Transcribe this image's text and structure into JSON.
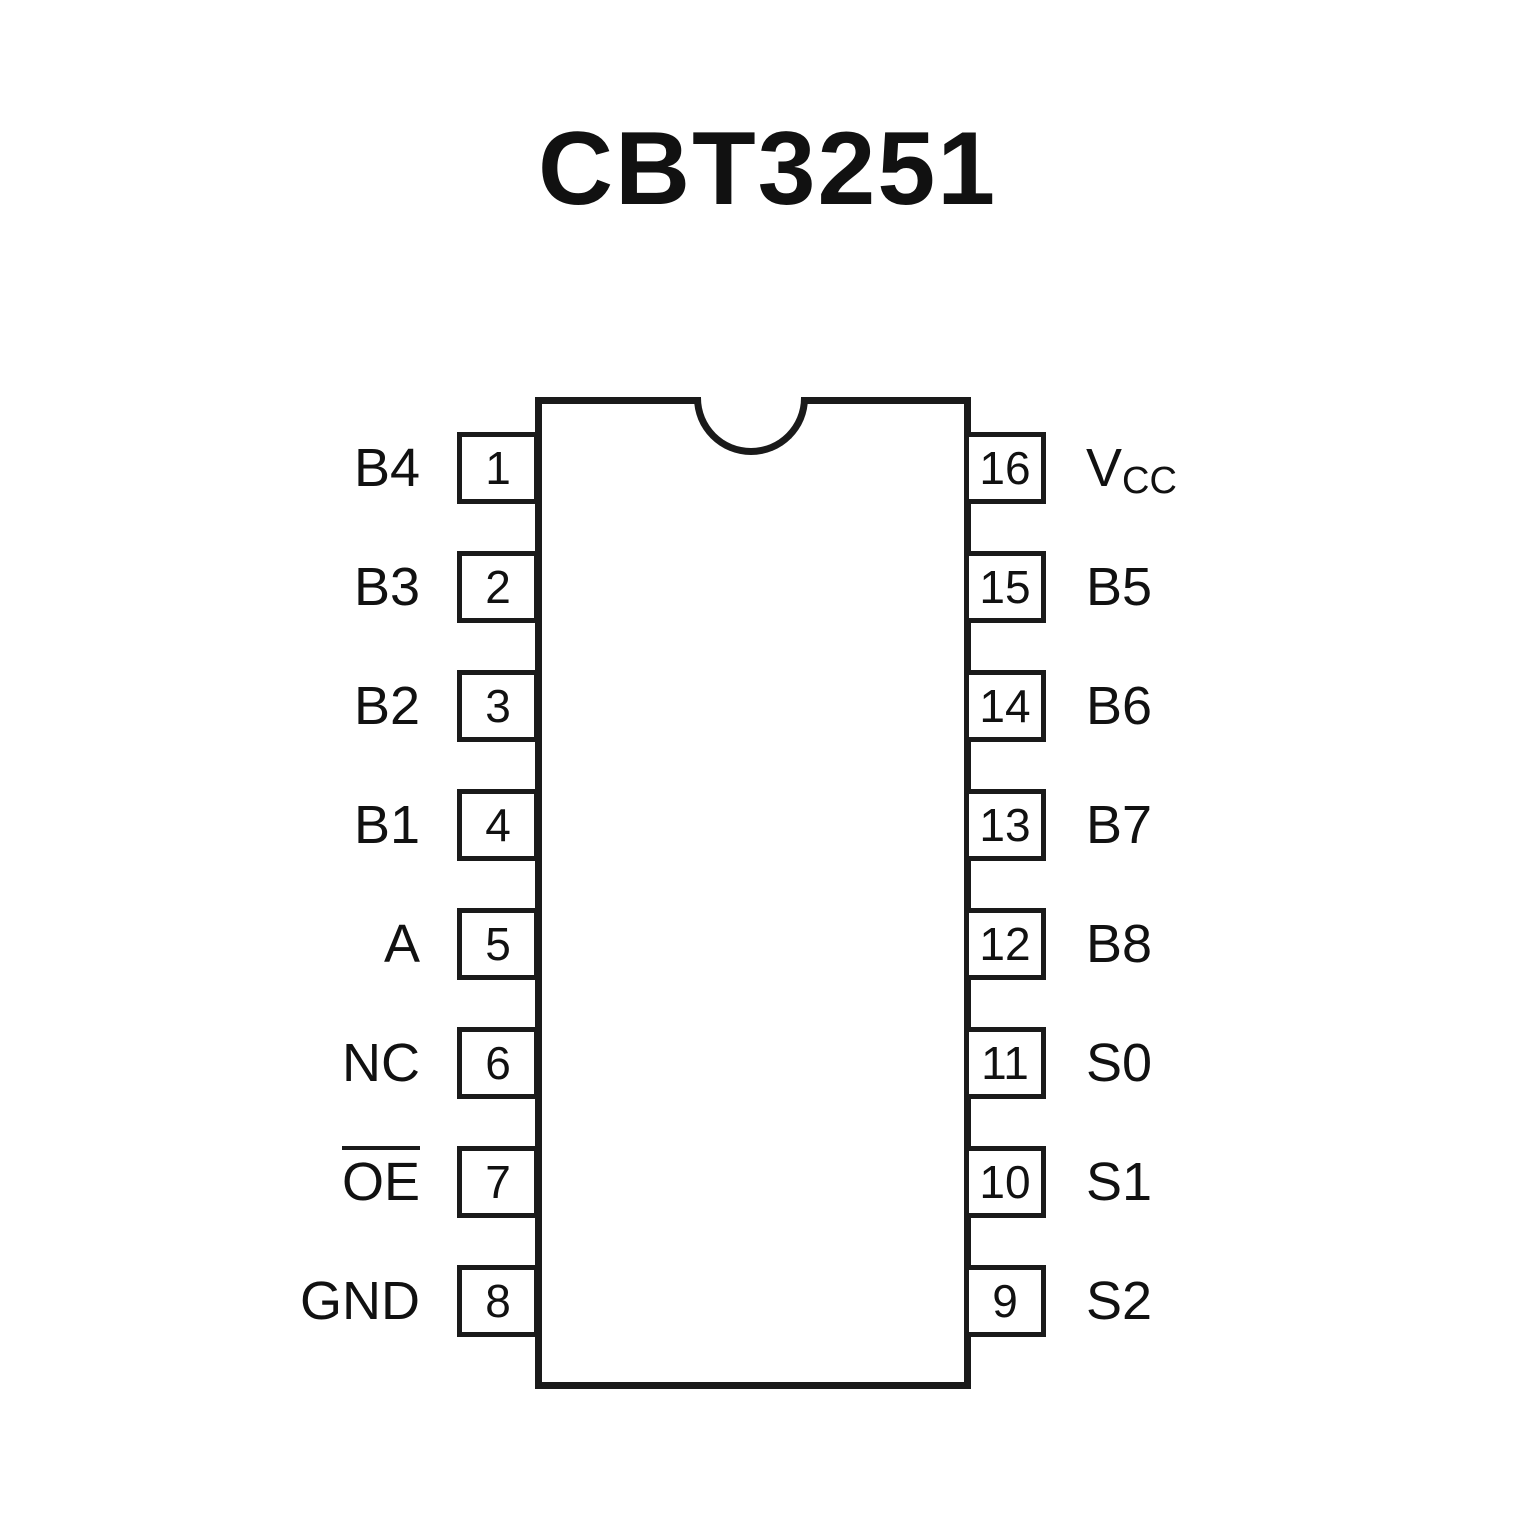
{
  "title": "CBT3251",
  "colors": {
    "line": "#1a1a1a",
    "background": "#ffffff"
  },
  "pins": {
    "rows": [
      {
        "left": {
          "number": "1",
          "label": "B4"
        },
        "right": {
          "number": "16",
          "label": "V",
          "sub": "CC"
        }
      },
      {
        "left": {
          "number": "2",
          "label": "B3"
        },
        "right": {
          "number": "15",
          "label": "B5"
        }
      },
      {
        "left": {
          "number": "3",
          "label": "B2"
        },
        "right": {
          "number": "14",
          "label": "B6"
        }
      },
      {
        "left": {
          "number": "4",
          "label": "B1"
        },
        "right": {
          "number": "13",
          "label": "B7"
        }
      },
      {
        "left": {
          "number": "5",
          "label": "A"
        },
        "right": {
          "number": "12",
          "label": "B8"
        }
      },
      {
        "left": {
          "number": "6",
          "label": "NC"
        },
        "right": {
          "number": "11",
          "label": "S0"
        }
      },
      {
        "left": {
          "number": "7",
          "label": "OE",
          "overline": true
        },
        "right": {
          "number": "10",
          "label": "S1"
        }
      },
      {
        "left": {
          "number": "8",
          "label": "GND"
        },
        "right": {
          "number": "9",
          "label": "S2"
        }
      }
    ]
  }
}
